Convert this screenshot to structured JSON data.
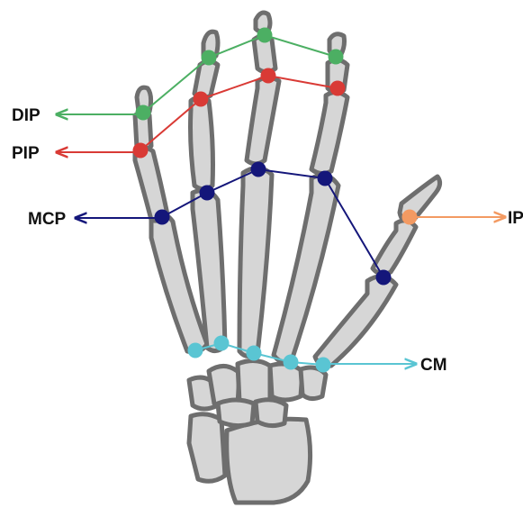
{
  "labels": {
    "dip": "DIP",
    "pip": "PIP",
    "mcp": "MCP",
    "ip": "IP",
    "cm": "CM"
  },
  "colors": {
    "dip": "#4caf63",
    "pip": "#d93a35",
    "mcp": "#14167a",
    "ip": "#f39a62",
    "cm": "#5ac5d3",
    "bone_fill": "#d6d6d6",
    "bone_outline": "#6e6e6e"
  }
}
